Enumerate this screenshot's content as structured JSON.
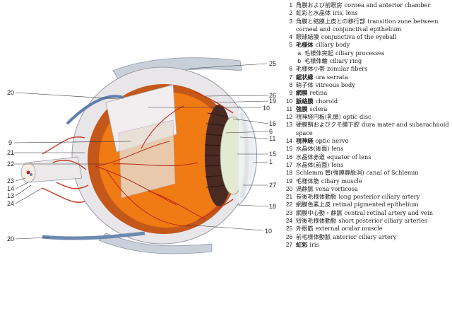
{
  "diagram_labels": [
    {
      "key": "l25a",
      "text": "25"
    },
    {
      "key": "l20a",
      "text": "20"
    },
    {
      "key": "l26",
      "text": "26"
    },
    {
      "key": "l19",
      "text": "19"
    },
    {
      "key": "l10a",
      "text": "10"
    },
    {
      "key": "l16",
      "text": "16"
    },
    {
      "key": "l6",
      "text": "6"
    },
    {
      "key": "l9",
      "text": "9"
    },
    {
      "key": "l11",
      "text": "11"
    },
    {
      "key": "l21",
      "text": "21"
    },
    {
      "key": "l15",
      "text": "15"
    },
    {
      "key": "l22",
      "text": "22"
    },
    {
      "key": "l1",
      "text": "1"
    },
    {
      "key": "l23",
      "text": "23"
    },
    {
      "key": "l14",
      "text": "14"
    },
    {
      "key": "l13",
      "text": "13"
    },
    {
      "key": "l24",
      "text": "24"
    },
    {
      "key": "l27",
      "text": "27"
    },
    {
      "key": "l18",
      "text": "18"
    },
    {
      "key": "l10b",
      "text": "10"
    },
    {
      "key": "l20b",
      "text": "20"
    }
  ],
  "legend": [
    {
      "num": "1",
      "jp": "角膜および前眼房",
      "en": "cornea and anterior chamber",
      "bold": false,
      "sub": false
    },
    {
      "num": "2",
      "jp": "虹彩と水晶体",
      "en": "iris, lens",
      "bold": false,
      "sub": false
    },
    {
      "num": "3",
      "jp": "角膜と結膜上皮との移行部",
      "en": "transition zone between corneal and conjunctival epithelium",
      "bold": false,
      "sub": false
    },
    {
      "num": "4",
      "jp": "眼球結膜",
      "en": "conjunctiva of the eyeball",
      "bold": false,
      "sub": false
    },
    {
      "num": "5",
      "jp": "毛様体",
      "en": "ciliary body",
      "bold": true,
      "sub": false
    },
    {
      "num": "a",
      "jp": "毛様体突起",
      "en": "ciliary processes",
      "bold": false,
      "sub": true
    },
    {
      "num": "b",
      "jp": "毛様体輪",
      "en": "ciliary ring",
      "bold": false,
      "sub": true
    },
    {
      "num": "6",
      "jp": "毛様体小帯",
      "en": "zonular fibers",
      "bold": false,
      "sub": false
    },
    {
      "num": "7",
      "jp": "鋸状縁",
      "en": "ora serrata",
      "bold": true,
      "sub": false
    },
    {
      "num": "8",
      "jp": "硝子体",
      "en": "vitreous body",
      "bold": false,
      "sub": false
    },
    {
      "num": "9",
      "jp": "網膜",
      "en": "retina",
      "bold": true,
      "sub": false
    },
    {
      "num": "10",
      "jp": "脈絡膜",
      "en": "choroid",
      "bold": true,
      "sub": false
    },
    {
      "num": "11",
      "jp": "強膜",
      "en": "sclera",
      "bold": true,
      "sub": false
    },
    {
      "num": "12",
      "jp": "視神経円板(乳頭)",
      "en": "optic disc",
      "bold": false,
      "sub": false
    },
    {
      "num": "13",
      "jp": "硬膜鞘およびクモ膜下腔",
      "en": "dura mater and subarachnoid space",
      "bold": false,
      "sub": false
    },
    {
      "num": "14",
      "jp": "視神経",
      "en": "optic nerve",
      "bold": true,
      "sub": false
    },
    {
      "num": "15",
      "jp": "水晶体(後面)",
      "en": "lens",
      "bold": false,
      "sub": false
    },
    {
      "num": "16",
      "jp": "水晶体赤道",
      "en": "equator of lens",
      "bold": false,
      "sub": false
    },
    {
      "num": "17",
      "jp": "水晶体(前面)",
      "en": "lens",
      "bold": false,
      "sub": false
    },
    {
      "num": "18",
      "jp": "Schlemm 管(強膜静脈洞)",
      "en": "canal of Schlemm",
      "bold": false,
      "sub": false
    },
    {
      "num": "19",
      "jp": "毛様体筋",
      "en": "ciliary muscle",
      "bold": false,
      "sub": false
    },
    {
      "num": "20",
      "jp": "渦静脈",
      "en": "vena vorticosa",
      "bold": false,
      "sub": false
    },
    {
      "num": "21",
      "jp": "長後毛様体動脈",
      "en": "long posterior ciliary artery",
      "bold": false,
      "sub": false
    },
    {
      "num": "22",
      "jp": "網膜色素上皮",
      "en": "retinal pigmented epithelium",
      "bold": false,
      "sub": false
    },
    {
      "num": "23",
      "jp": "網膜中心動・静脈",
      "en": "central retinal artery and vein",
      "bold": false,
      "sub": false
    },
    {
      "num": "24",
      "jp": "短後毛様体動脈",
      "en": "short posterior ciliary arteries",
      "bold": false,
      "sub": false
    },
    {
      "num": "25",
      "jp": "外眼筋",
      "en": "external ocular muscle",
      "bold": false,
      "sub": false
    },
    {
      "num": "26",
      "jp": "前毛様体動脈",
      "en": "anterior ciliary artery",
      "bold": false,
      "sub": false
    },
    {
      "num": "27",
      "jp": "虹彩",
      "en": "iris",
      "bold": true,
      "sub": false
    }
  ],
  "colors": {
    "sclera": "#e9e6ea",
    "choroid": "#d2651c",
    "retina": "#f07a14",
    "vessel_red": "#b8261a",
    "vessel_blue": "#5f7eab",
    "muscle": "#c3cbd6",
    "lens": "#dfe6cf"
  }
}
